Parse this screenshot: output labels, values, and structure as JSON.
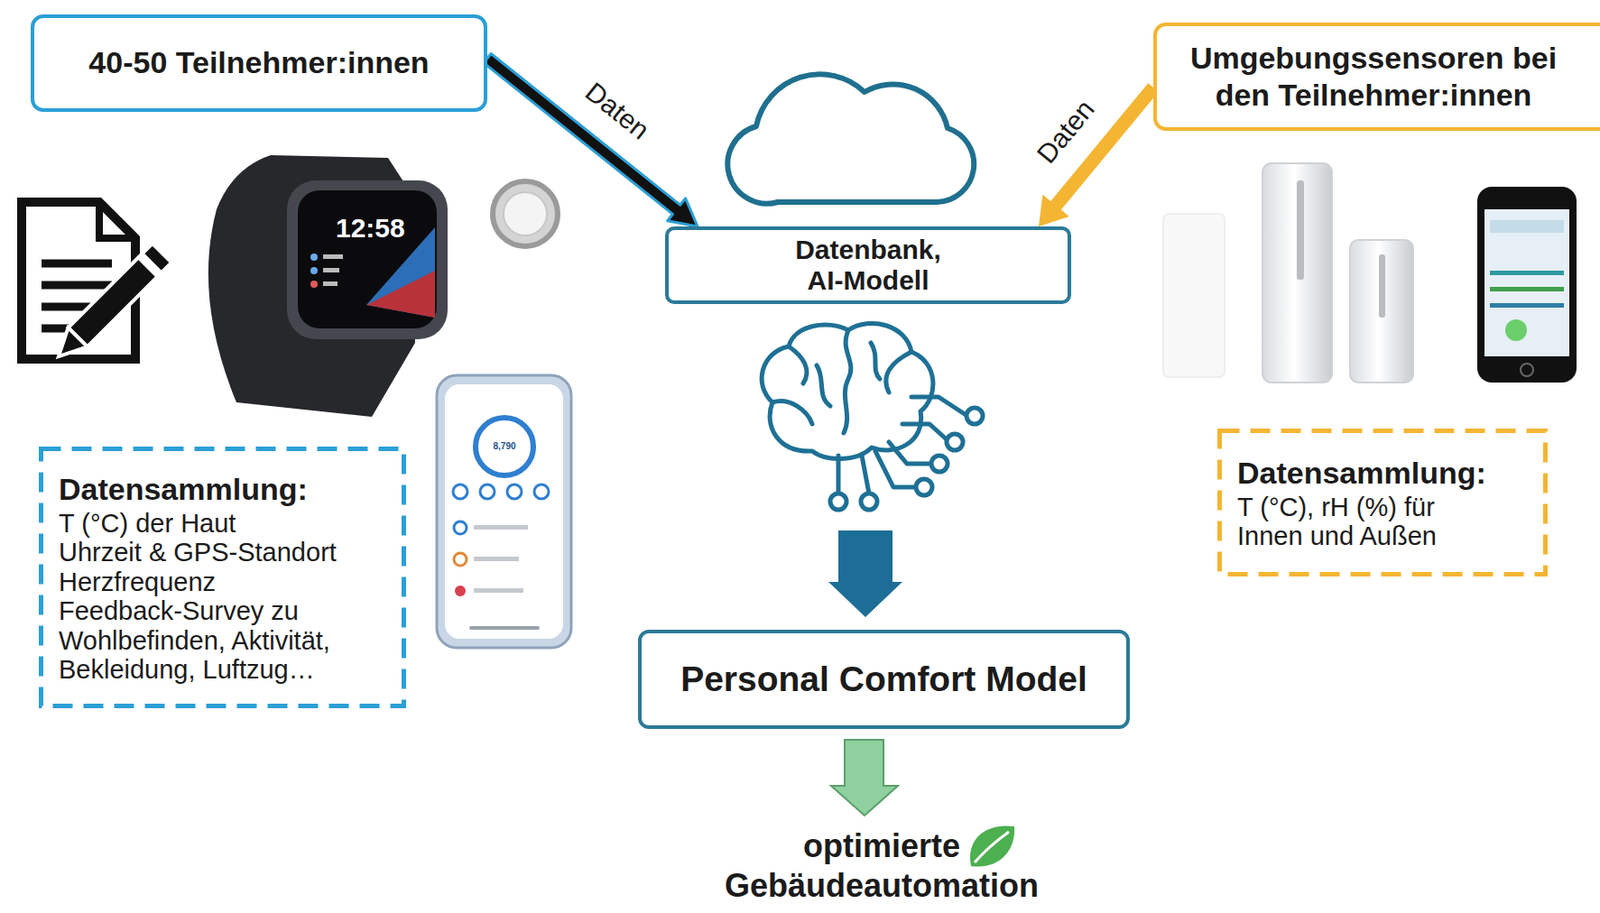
{
  "diagram": {
    "nodes": [
      {
        "text": [
          "40-50 Teilnehmer:innen"
        ]
      },
      {
        "text": [
          "Umgebungssensoren bei den Teilnehmer:innen"
        ]
      },
      {
        "text": [
          "Datenbank, AI-Modell"
        ]
      },
      {
        "text": [
          "Datensammlung:",
          "T (°C) der Haut",
          "Uhrzeit & GPS-Standort",
          "Herzfrequenz",
          "Feedback-Survey zu Wohlbefinden, Aktivität, Bekleidung, Luftzug…"
        ]
      },
      {
        "text": [
          "Datensammlung:",
          "T (°C), rH (%) für Innen und Außen"
        ]
      },
      {
        "text": [
          "Personal Comfort Model"
        ]
      }
    ],
    "edges": [
      {
        "from": 0,
        "to": 2,
        "arrow": "to",
        "label": "Daten"
      },
      {
        "from": 1,
        "to": 2,
        "arrow": "to",
        "label": "Daten"
      }
    ],
    "labels": [
      "12:58",
      "8,790",
      "optimierte Gebäudeautomation"
    ]
  }
}
